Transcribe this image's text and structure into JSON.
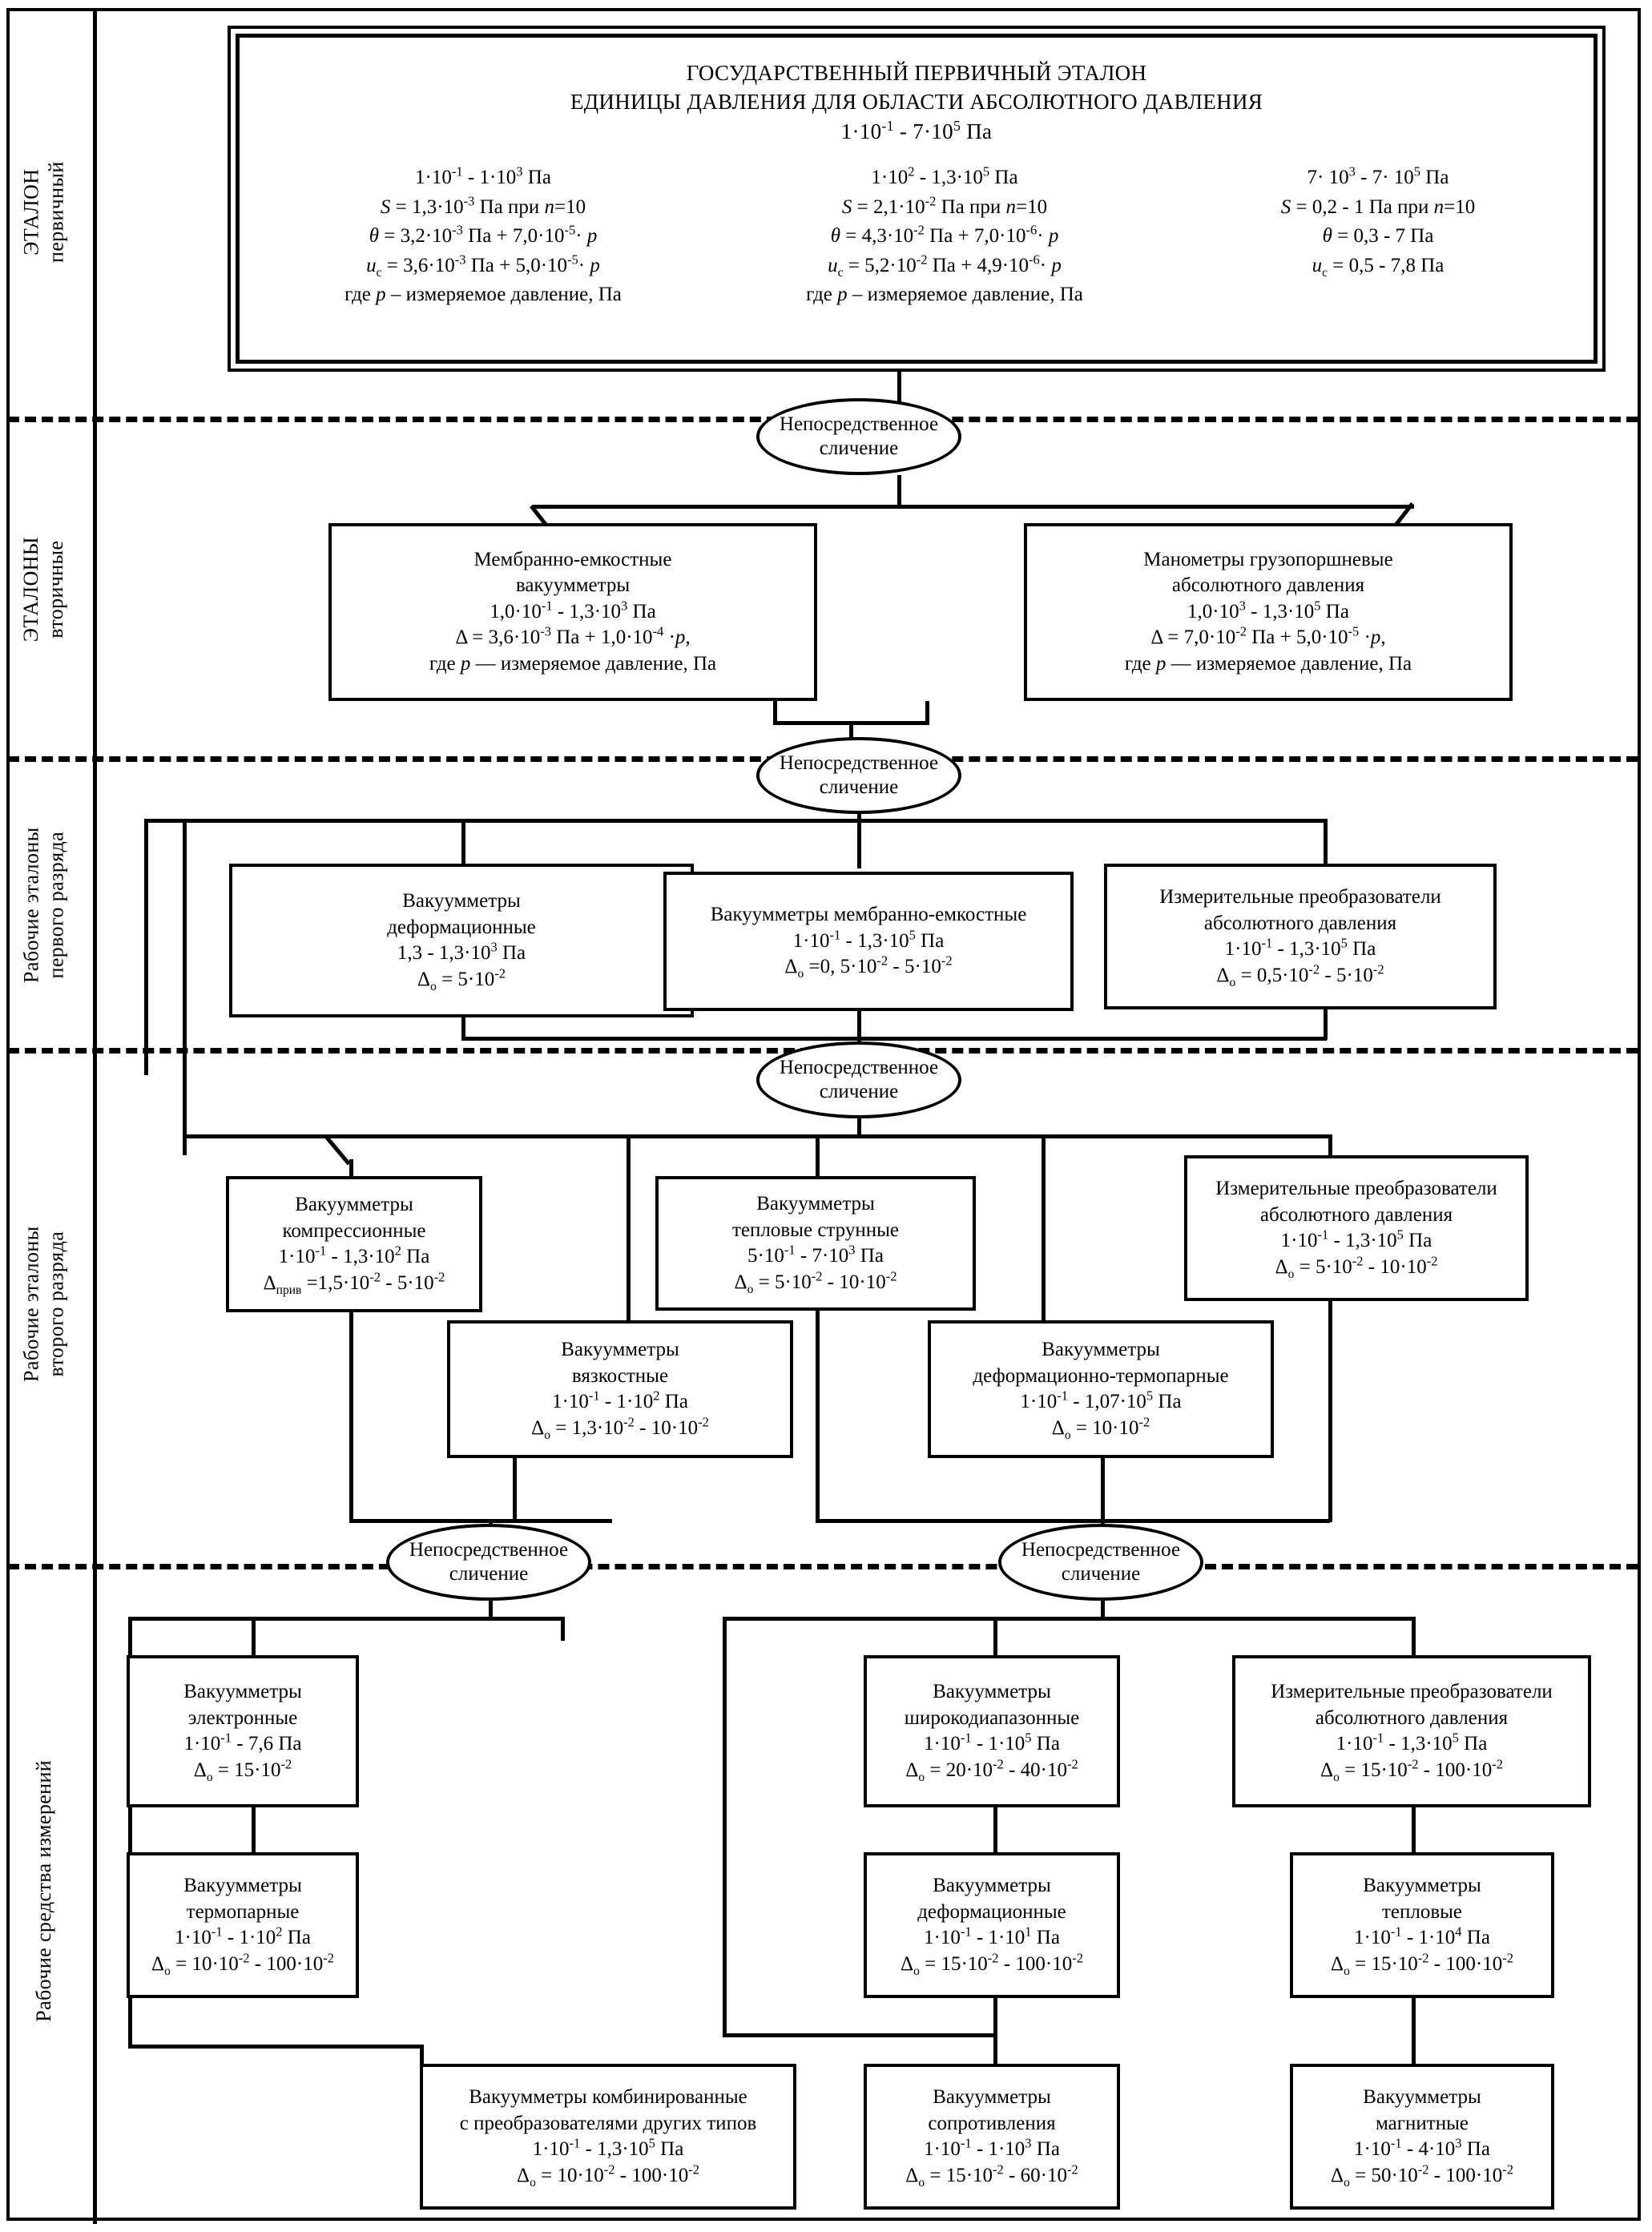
{
  "bands": [
    {
      "line1": "ЭТАЛОН",
      "line2": "первичный"
    },
    {
      "line1": "ЭТАЛОНЫ",
      "line2": "вторичные"
    },
    {
      "line1": "Рабочие эталоны",
      "line2": "первого разряда"
    },
    {
      "line1": "Рабочие эталоны",
      "line2": "второго разряда"
    },
    {
      "line1": "Рабочие средства измерений",
      "line2": ""
    }
  ],
  "primary": {
    "title_line1": "ГОСУДАРСТВЕННЫЙ ПЕРВИЧНЫЙ ЭТАЛОН",
    "title_line2": "ЕДИНИЦЫ ДАВЛЕНИЯ  ДЛЯ ОБЛАСТИ АБСОЛЮТНОГО  ДАВЛЕНИЯ",
    "title_line3": "1·10⁻¹ - 7·10⁵ Па",
    "columns": [
      {
        "range": "1·10⁻¹ - 1·10³ Па",
        "s": "S = 1,3·10⁻³ Па при n=10",
        "theta": "θ =  3,2·10⁻³ Па + 7,0·10⁻⁵· p",
        "uc": "u_c = 3,6·10⁻³ Па + 5,0·10⁻⁵· p",
        "note": "где p – измеряемое  давление, Па"
      },
      {
        "range": "1·10² - 1,3·10⁵ Па",
        "s": "S = 2,1·10⁻² Па при n=10",
        "theta": "θ =  4,3·10⁻² Па + 7,0·10⁻⁶· p",
        "uc": "u_c = 5,2·10⁻² Па + 4,9·10⁻⁶· p",
        "note": "где p – измеряемое  давление, Па"
      },
      {
        "range": "7· 10³ - 7· 10⁵ Па",
        "s": "S = 0,2 - 1 Па при n=10",
        "theta": "θ =  0,3 - 7 Па",
        "uc": "u_c = 0,5 - 7,8 Па",
        "note": ""
      }
    ]
  },
  "compare_nodes": [
    {
      "id": "cmp1",
      "line1": "Непосредственное",
      "line2": "сличение"
    },
    {
      "id": "cmp2",
      "line1": "Непосредственное",
      "line2": "сличение"
    },
    {
      "id": "cmp3",
      "line1": "Непосредственное",
      "line2": "сличение"
    },
    {
      "id": "cmp4",
      "line1": "Непосредственное",
      "line2": "сличение"
    },
    {
      "id": "cmp5",
      "line1": "Непосредственное",
      "line2": "сличение"
    },
    {
      "id": "cmp6",
      "line1": "Непосредственное",
      "line2": "сличение"
    }
  ],
  "secondary": [
    {
      "name1": "Мембранно-емкостные",
      "name2": "вакуумметры",
      "range": "1,0·10⁻¹ - 1,3·10³  Па",
      "delta": "Δ = 3,6·10⁻³ Па + 1,0·10⁻⁴ ·p,",
      "note": "где p — измеряемое давление, Па"
    },
    {
      "name1": "Манометры грузопоршневые",
      "name2": "абсолютного давления",
      "range": "1,0·10³ - 1,3·10⁵  Па",
      "delta": "Δ = 7,0·10⁻² Па + 5,0·10⁻⁵ ·p,",
      "note": "где p — измеряемое давление, Па"
    }
  ],
  "rank1": [
    {
      "name1": "Вакуумметры",
      "name2": "деформационные",
      "range": "1,3 - 1,3·10³ Па",
      "delta": "Δ₀ = 5·10⁻²"
    },
    {
      "name1": "Вакуумметры мембранно-емкостные",
      "name2": "",
      "range": "1·10⁻¹ - 1,3·10⁵  Па",
      "delta": "Δ₀ =0, 5·10⁻² - 5·10⁻²"
    },
    {
      "name1": "Измерительные преобразователи",
      "name2": "абсолютного давления",
      "range": "1·10⁻¹ - 1,3·10⁵ Па",
      "delta": "Δ₀ = 0,5·10⁻² - 5·10⁻²"
    }
  ],
  "rank2": [
    {
      "name1": "Вакуумметры",
      "name2": "компрессионные",
      "range": "1·10⁻¹ - 1,3·10² Па",
      "delta": "Δ_прив =1,5·10⁻² - 5·10⁻²"
    },
    {
      "name1": "Вакуумметры",
      "name2": "тепловые струнные",
      "range": "5·10⁻¹ - 7·10³ Па",
      "delta": "Δ₀ = 5·10⁻² - 10·10⁻²"
    },
    {
      "name1": "Измерительные преобразователи",
      "name2": "абсолютного давления",
      "range": "1·10⁻¹ - 1,3·10⁵ Па",
      "delta": "Δ₀ = 5·10⁻² - 10·10⁻²"
    },
    {
      "name1": "Вакуумметры",
      "name2": "вязкостные",
      "range": "1·10⁻¹ - 1·10² Па",
      "delta": "Δ₀ = 1,3·10⁻² - 10·10⁻²"
    },
    {
      "name1": "Вакуумметры",
      "name2": "деформационно-термопарные",
      "range": "1·10⁻¹ - 1,07·10⁵ Па",
      "delta": "Δ₀ = 10·10⁻²"
    }
  ],
  "working": [
    {
      "name1": "Вакуумметры",
      "name2": "электронные",
      "range": "1·10⁻¹ - 7,6 Па",
      "delta": "Δ₀ = 15·10⁻²"
    },
    {
      "name1": "Вакуумметры",
      "name2": "широкодиапазонные",
      "range": "1·10⁻¹ - 1·10⁵ Па",
      "delta": "Δ₀ = 20·10⁻² - 40·10⁻²"
    },
    {
      "name1": "Измерительные преобразователи",
      "name2": "абсолютного давления",
      "range": "1·10⁻¹ - 1,3·10⁵ Па",
      "delta": "Δ₀ = 15·10⁻² - 100·10⁻²"
    },
    {
      "name1": "Вакуумметры",
      "name2": "термопарные",
      "range": "1·10⁻¹ - 1·10² Па",
      "delta": "Δ₀ = 10·10⁻² - 100·10⁻²"
    },
    {
      "name1": "Вакуумметры",
      "name2": "деформационные",
      "range": "1·10⁻¹ - 1·10¹ Па",
      "delta": "Δ₀ = 15·10⁻² - 100·10⁻²"
    },
    {
      "name1": "Вакуумметры",
      "name2": "тепловые",
      "range": "1·10⁻¹ - 1·10⁴ Па",
      "delta": "Δ₀ = 15·10⁻² - 100·10⁻²"
    },
    {
      "name1": "Вакуумметры комбинированные",
      "name2": "с преобразователями других типов",
      "range": "1·10⁻¹ - 1,3·10⁵ Па",
      "delta": "Δ₀ = 10·10⁻² - 100·10⁻²"
    },
    {
      "name1": "Вакуумметры",
      "name2": "сопротивления",
      "range": "1·10⁻¹ - 1·10³ Па",
      "delta": "Δ₀ = 15·10⁻²  - 60·10⁻²"
    },
    {
      "name1": "Вакуумметры",
      "name2": "магнитные",
      "range": "1·10⁻¹ - 4·10³ Па",
      "delta": "Δ₀ = 50·10⁻² - 100·10⁻²"
    }
  ],
  "colors": {
    "ink": "#000000",
    "paper": "#ffffff"
  }
}
